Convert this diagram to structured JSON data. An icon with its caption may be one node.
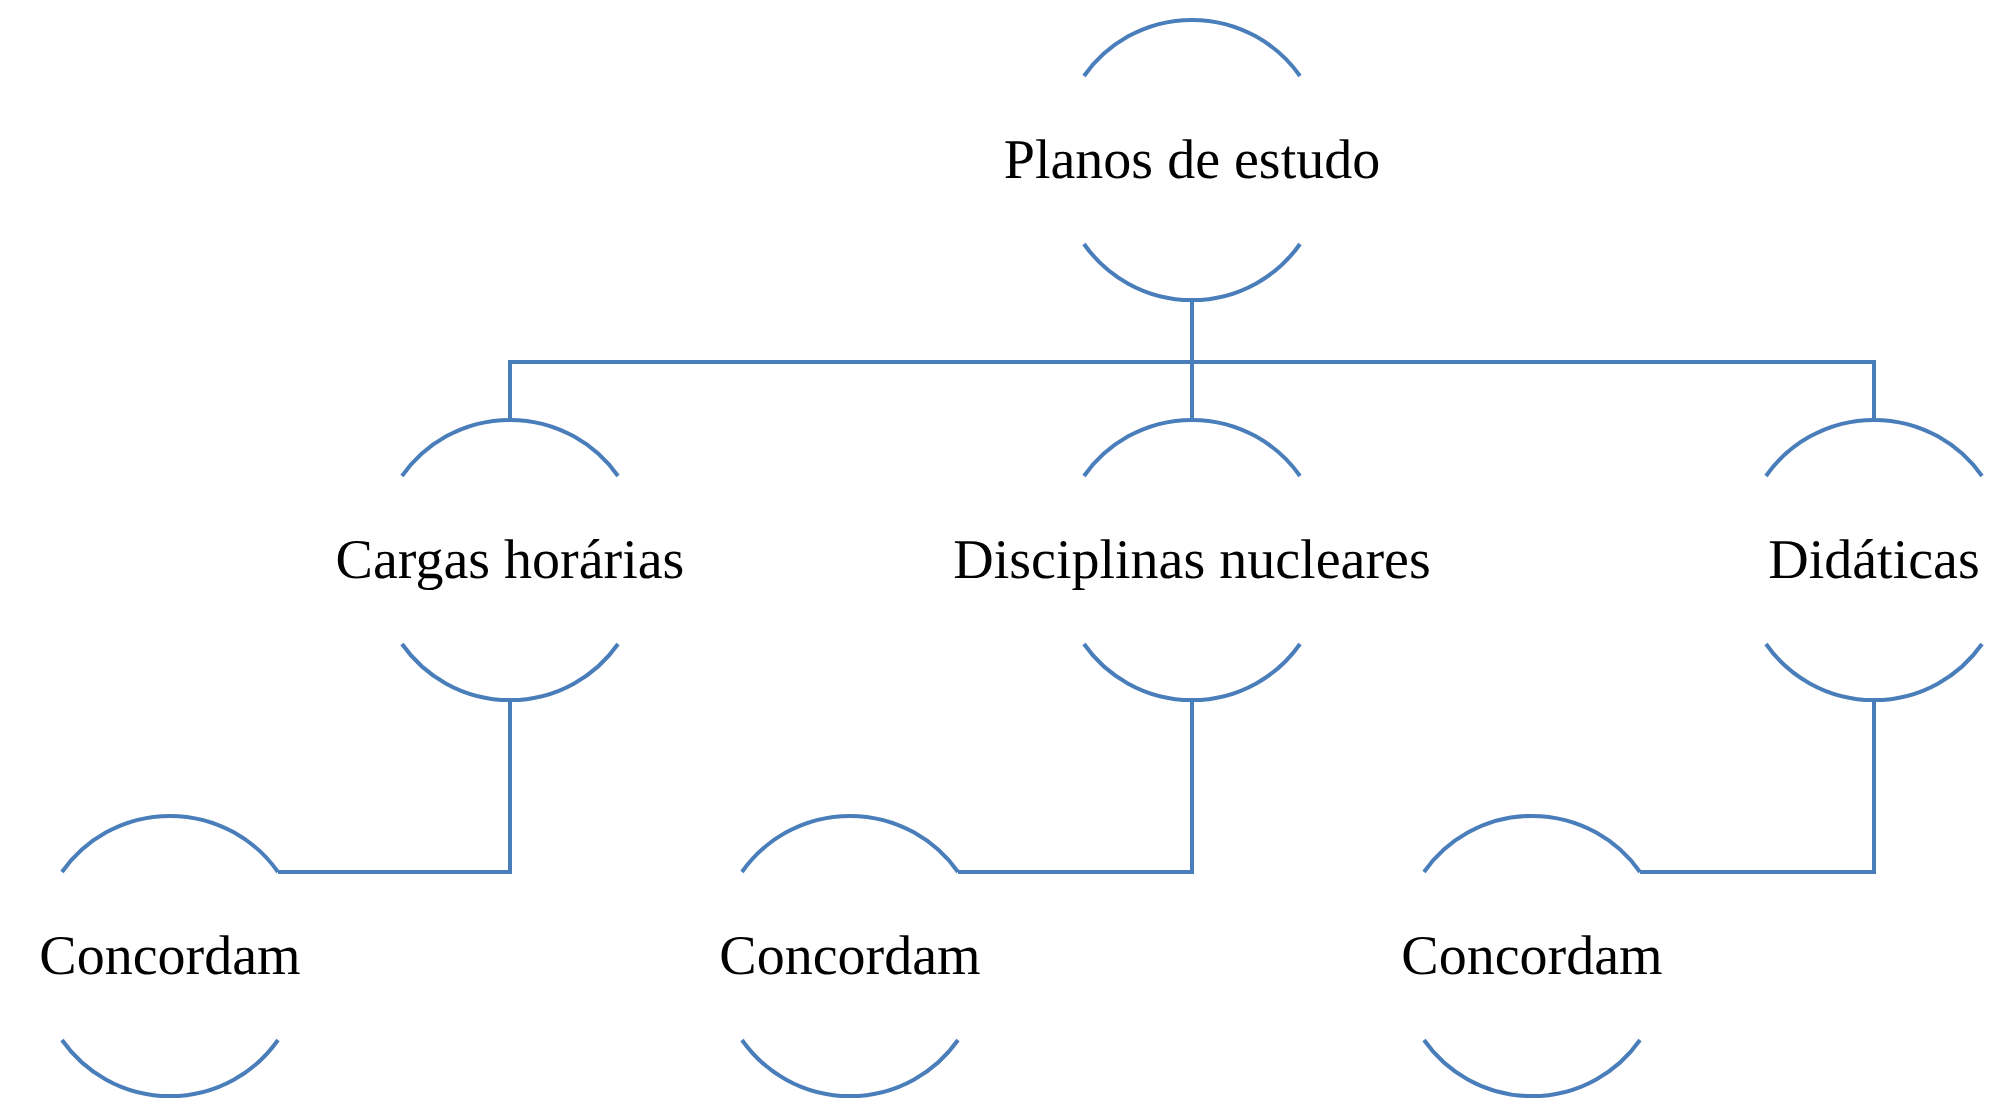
{
  "diagram": {
    "nodes": [
      {
        "text": [
          "Planos de estudo"
        ]
      },
      {
        "text": [
          "Cargas horárias"
        ]
      },
      {
        "text": [
          "Disciplinas nucleares"
        ]
      },
      {
        "text": [
          "Didáticas"
        ]
      },
      {
        "text": [
          "Concordam"
        ]
      },
      {
        "text": [
          "Concordam"
        ]
      },
      {
        "text": [
          "Concordam"
        ]
      }
    ],
    "edges": [
      {
        "from": 0,
        "to": 1,
        "arrow": "none"
      },
      {
        "from": 0,
        "to": 2,
        "arrow": "none"
      },
      {
        "from": 0,
        "to": 3,
        "arrow": "none"
      },
      {
        "from": 1,
        "to": 4,
        "arrow": "none"
      },
      {
        "from": 2,
        "to": 5,
        "arrow": "none"
      },
      {
        "from": 3,
        "to": 6,
        "arrow": "none"
      }
    ]
  }
}
